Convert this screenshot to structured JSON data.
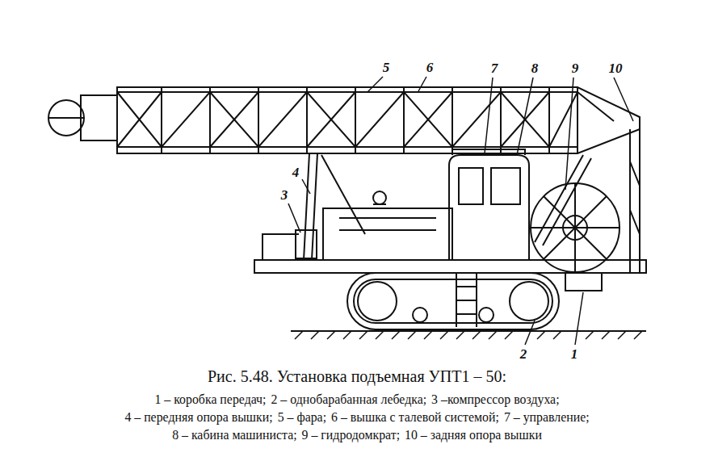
{
  "diagram": {
    "caption": "Рис. 5.48. Установка подъемная УПТ1 – 50:",
    "labels": [
      "5",
      "6",
      "7",
      "8",
      "9",
      "10",
      "4",
      "3",
      "2",
      "1",
      "1 – коробка передач;",
      "2 – однобарабанная лебедка;",
      "3 –компрессор воздуха;",
      "4 – передняя опора вышки;",
      "5 – фара;",
      "6 – вышка с талевой системой;",
      "7 – управление;",
      "8 – кабина машиниста;",
      "9 – гидродомкрат;",
      "10 – задняя опора вышки"
    ]
  }
}
